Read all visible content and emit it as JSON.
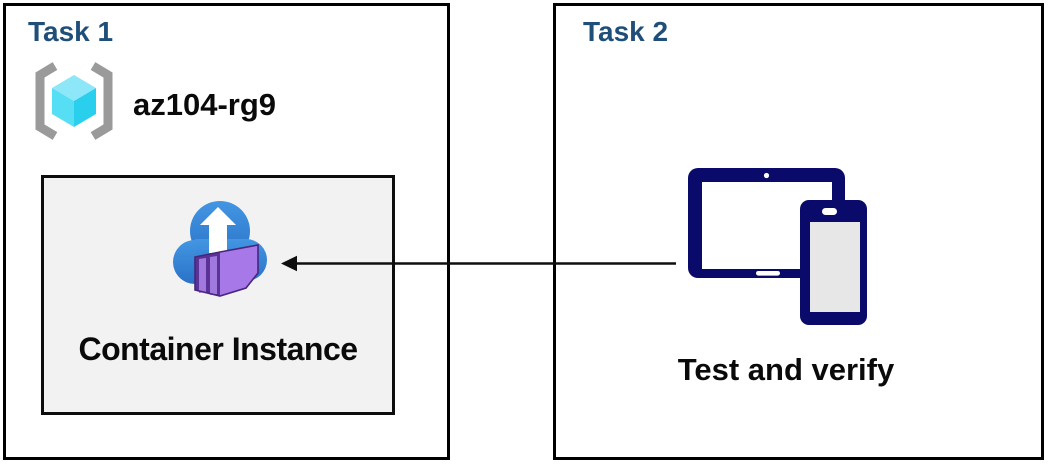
{
  "task1": {
    "title": "Task 1",
    "resource_group_name": "az104-rg9",
    "container_instance_label": "Container Instance"
  },
  "task2": {
    "title": "Task 2",
    "devices_label": "Test and verify"
  },
  "icons": {
    "resource_group": "resource-group-icon",
    "container_instance": "container-instance-icon",
    "devices": "devices-tablet-phone-icon",
    "arrow": "arrow-left-icon"
  },
  "colors": {
    "task_title_blue": "#1F4E79",
    "box_border_black": "#000000",
    "container_box_fill": "#F2F2F2",
    "device_navy": "#0A0A6B",
    "cloud_blue_top": "#4396E2",
    "cloud_blue_bottom": "#2A72C8",
    "container_purple_light": "#A678E8",
    "container_purple_dark": "#5B3295",
    "container_door_purple": "#A178DE",
    "cube_cyan_top": "#8DE7F8",
    "cube_cyan_left": "#55DEF4",
    "cube_cyan_right": "#2ACFEE",
    "bracket_gray": "#9A9A9A",
    "arrow_black": "#0f0f0f"
  }
}
